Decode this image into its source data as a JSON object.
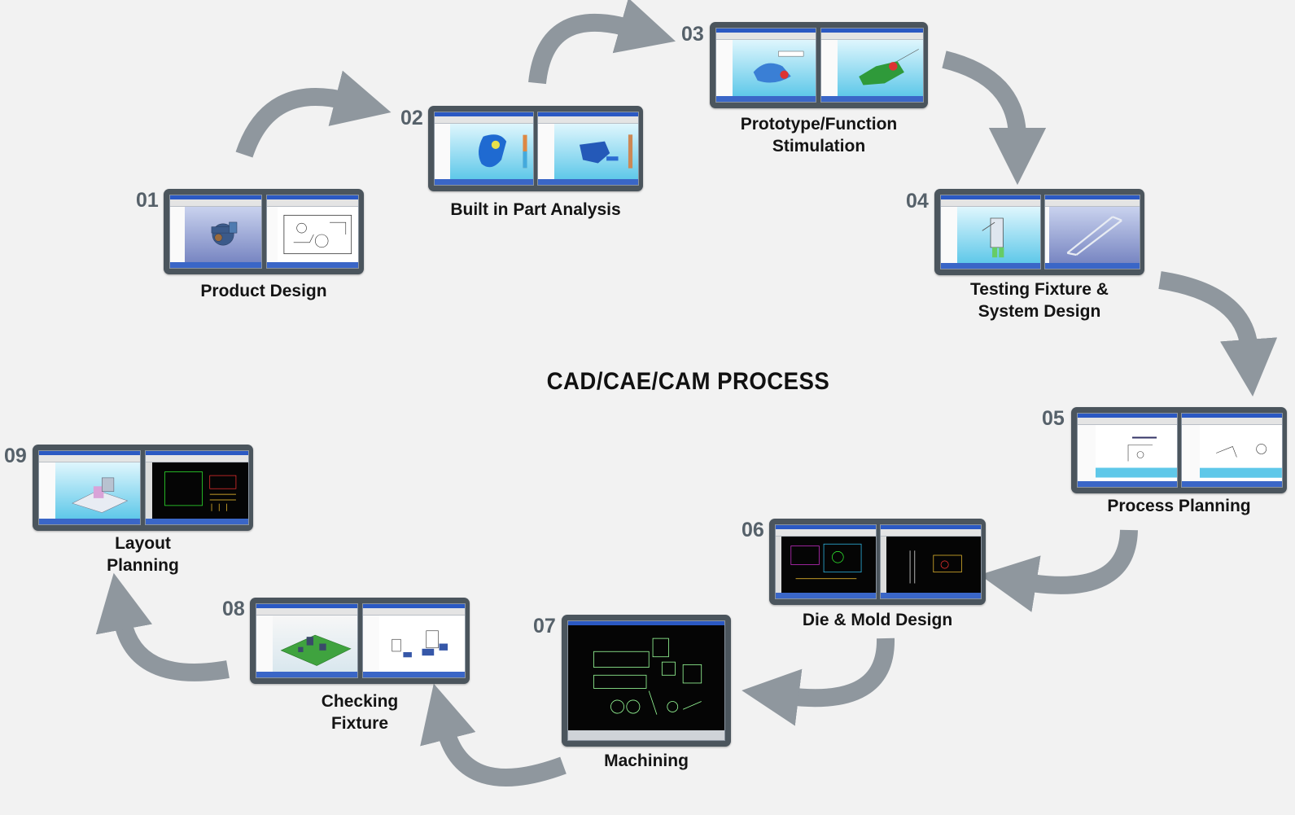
{
  "title": "CAD/CAE/CAM PROCESS",
  "colors": {
    "arrow": "#8f979e",
    "frame": "#4b555d",
    "number": "#56616a"
  },
  "steps": [
    {
      "number": "01",
      "label_lines": [
        "Product Design"
      ]
    },
    {
      "number": "02",
      "label_lines": [
        "Built in Part Analysis"
      ]
    },
    {
      "number": "03",
      "label_lines": [
        "Prototype/Function",
        "Stimulation"
      ]
    },
    {
      "number": "04",
      "label_lines": [
        "Testing Fixture &",
        "System Design"
      ]
    },
    {
      "number": "05",
      "label_lines": [
        "Process Planning"
      ]
    },
    {
      "number": "06",
      "label_lines": [
        "Die & Mold Design"
      ]
    },
    {
      "number": "07",
      "label_lines": [
        "Machining"
      ]
    },
    {
      "number": "08",
      "label_lines": [
        "Checking",
        "Fixture"
      ]
    },
    {
      "number": "09",
      "label_lines": [
        "Layout",
        "Planning"
      ]
    }
  ]
}
